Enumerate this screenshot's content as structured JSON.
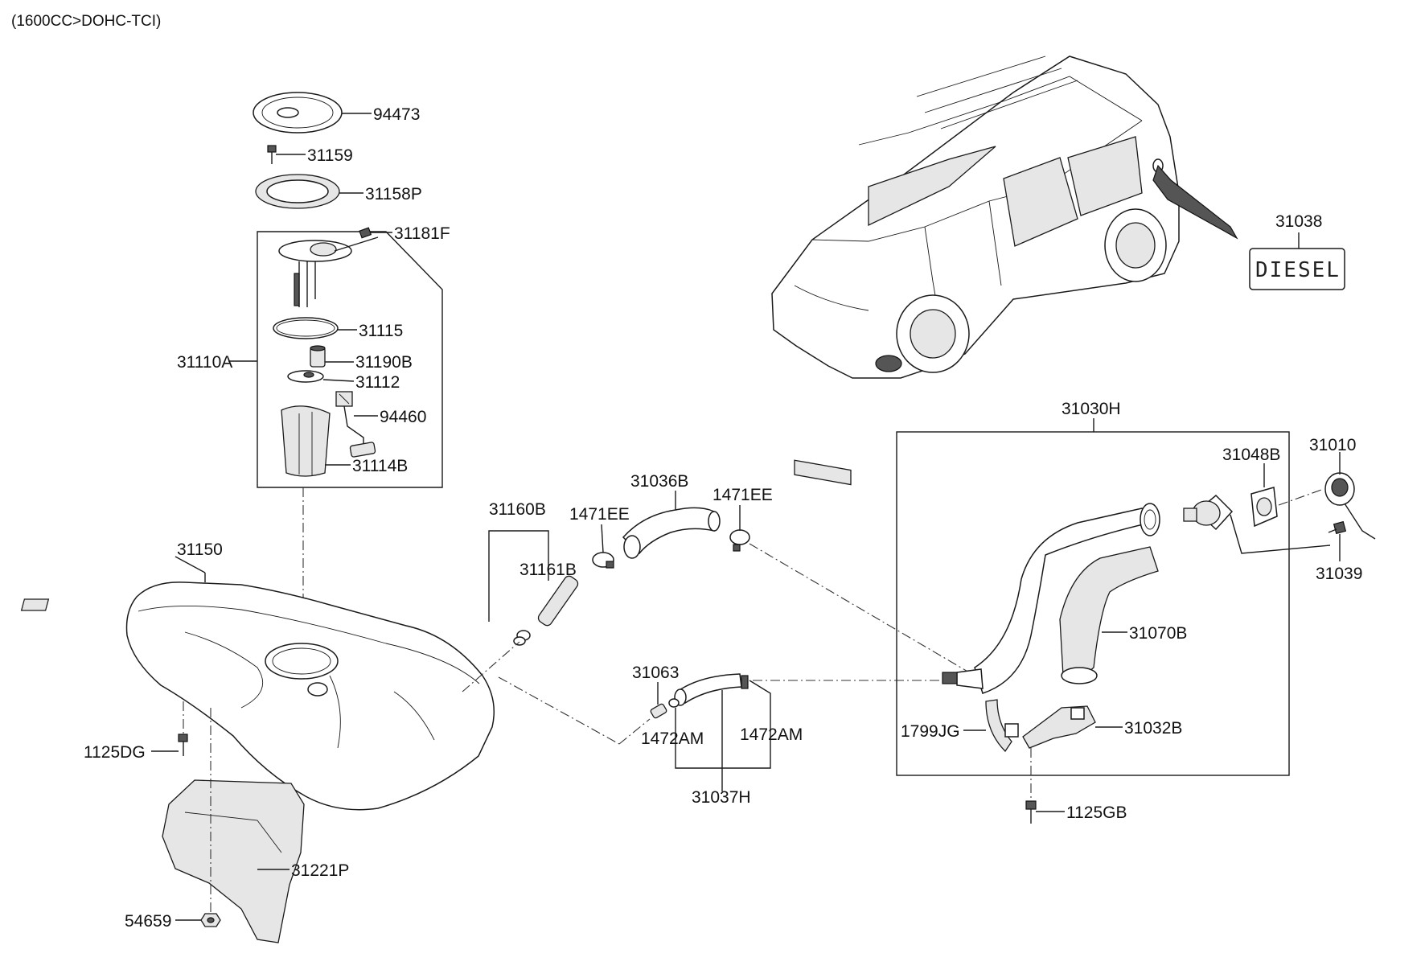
{
  "header": {
    "engine_spec": "(1600CC>DOHC-TCI)"
  },
  "decal": {
    "text": "DIESEL"
  },
  "parts": {
    "p94473": "94473",
    "p31159": "31159",
    "p31158P": "31158P",
    "p31181F": "31181F",
    "p31115": "31115",
    "p31110A": "31110A",
    "p31190B": "31190B",
    "p31112": "31112",
    "p94460": "94460",
    "p31114B": "31114B",
    "p31150": "31150",
    "p1125DG": "1125DG",
    "p31221P": "31221P",
    "p54659": "54659",
    "p31160B": "31160B",
    "p31161B": "31161B",
    "p1471EE_a": "1471EE",
    "p31036B": "31036B",
    "p1471EE_b": "1471EE",
    "p31063": "31063",
    "p1472AM_a": "1472AM",
    "p1472AM_b": "1472AM",
    "p31037H": "31037H",
    "p31038": "31038",
    "p31030H": "31030H",
    "p31048B": "31048B",
    "p31010": "31010",
    "p31039": "31039",
    "p31070B": "31070B",
    "p1799JG": "1799JG",
    "p31032B": "31032B",
    "p1125GB": "1125GB"
  }
}
